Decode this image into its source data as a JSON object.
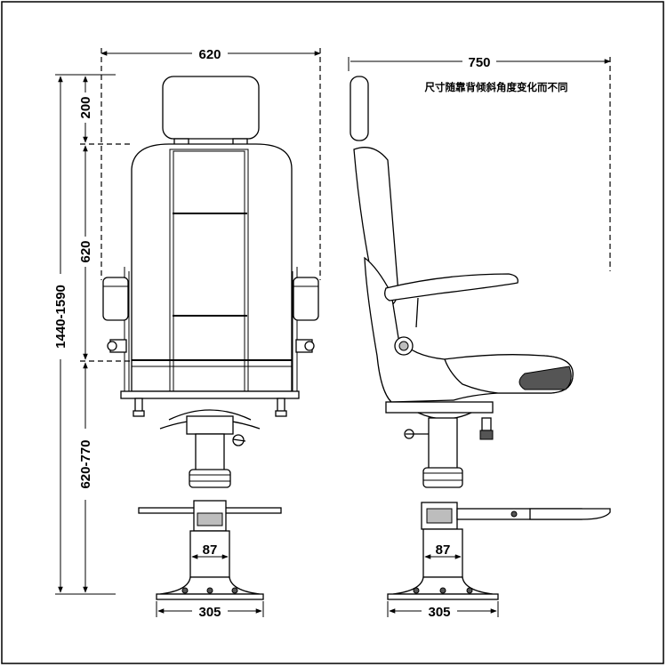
{
  "diagram": {
    "front_view": {
      "width_label": "620",
      "headrest_label": "200",
      "backrest_label": "620",
      "total_height_label": "1440-1590",
      "seat_height_label": "620-770",
      "column_label": "87",
      "base_label": "305"
    },
    "side_view": {
      "depth_label": "750",
      "note": "尺寸随靠背倾斜角度变化而不同",
      "column_label": "87",
      "base_label": "305"
    }
  }
}
